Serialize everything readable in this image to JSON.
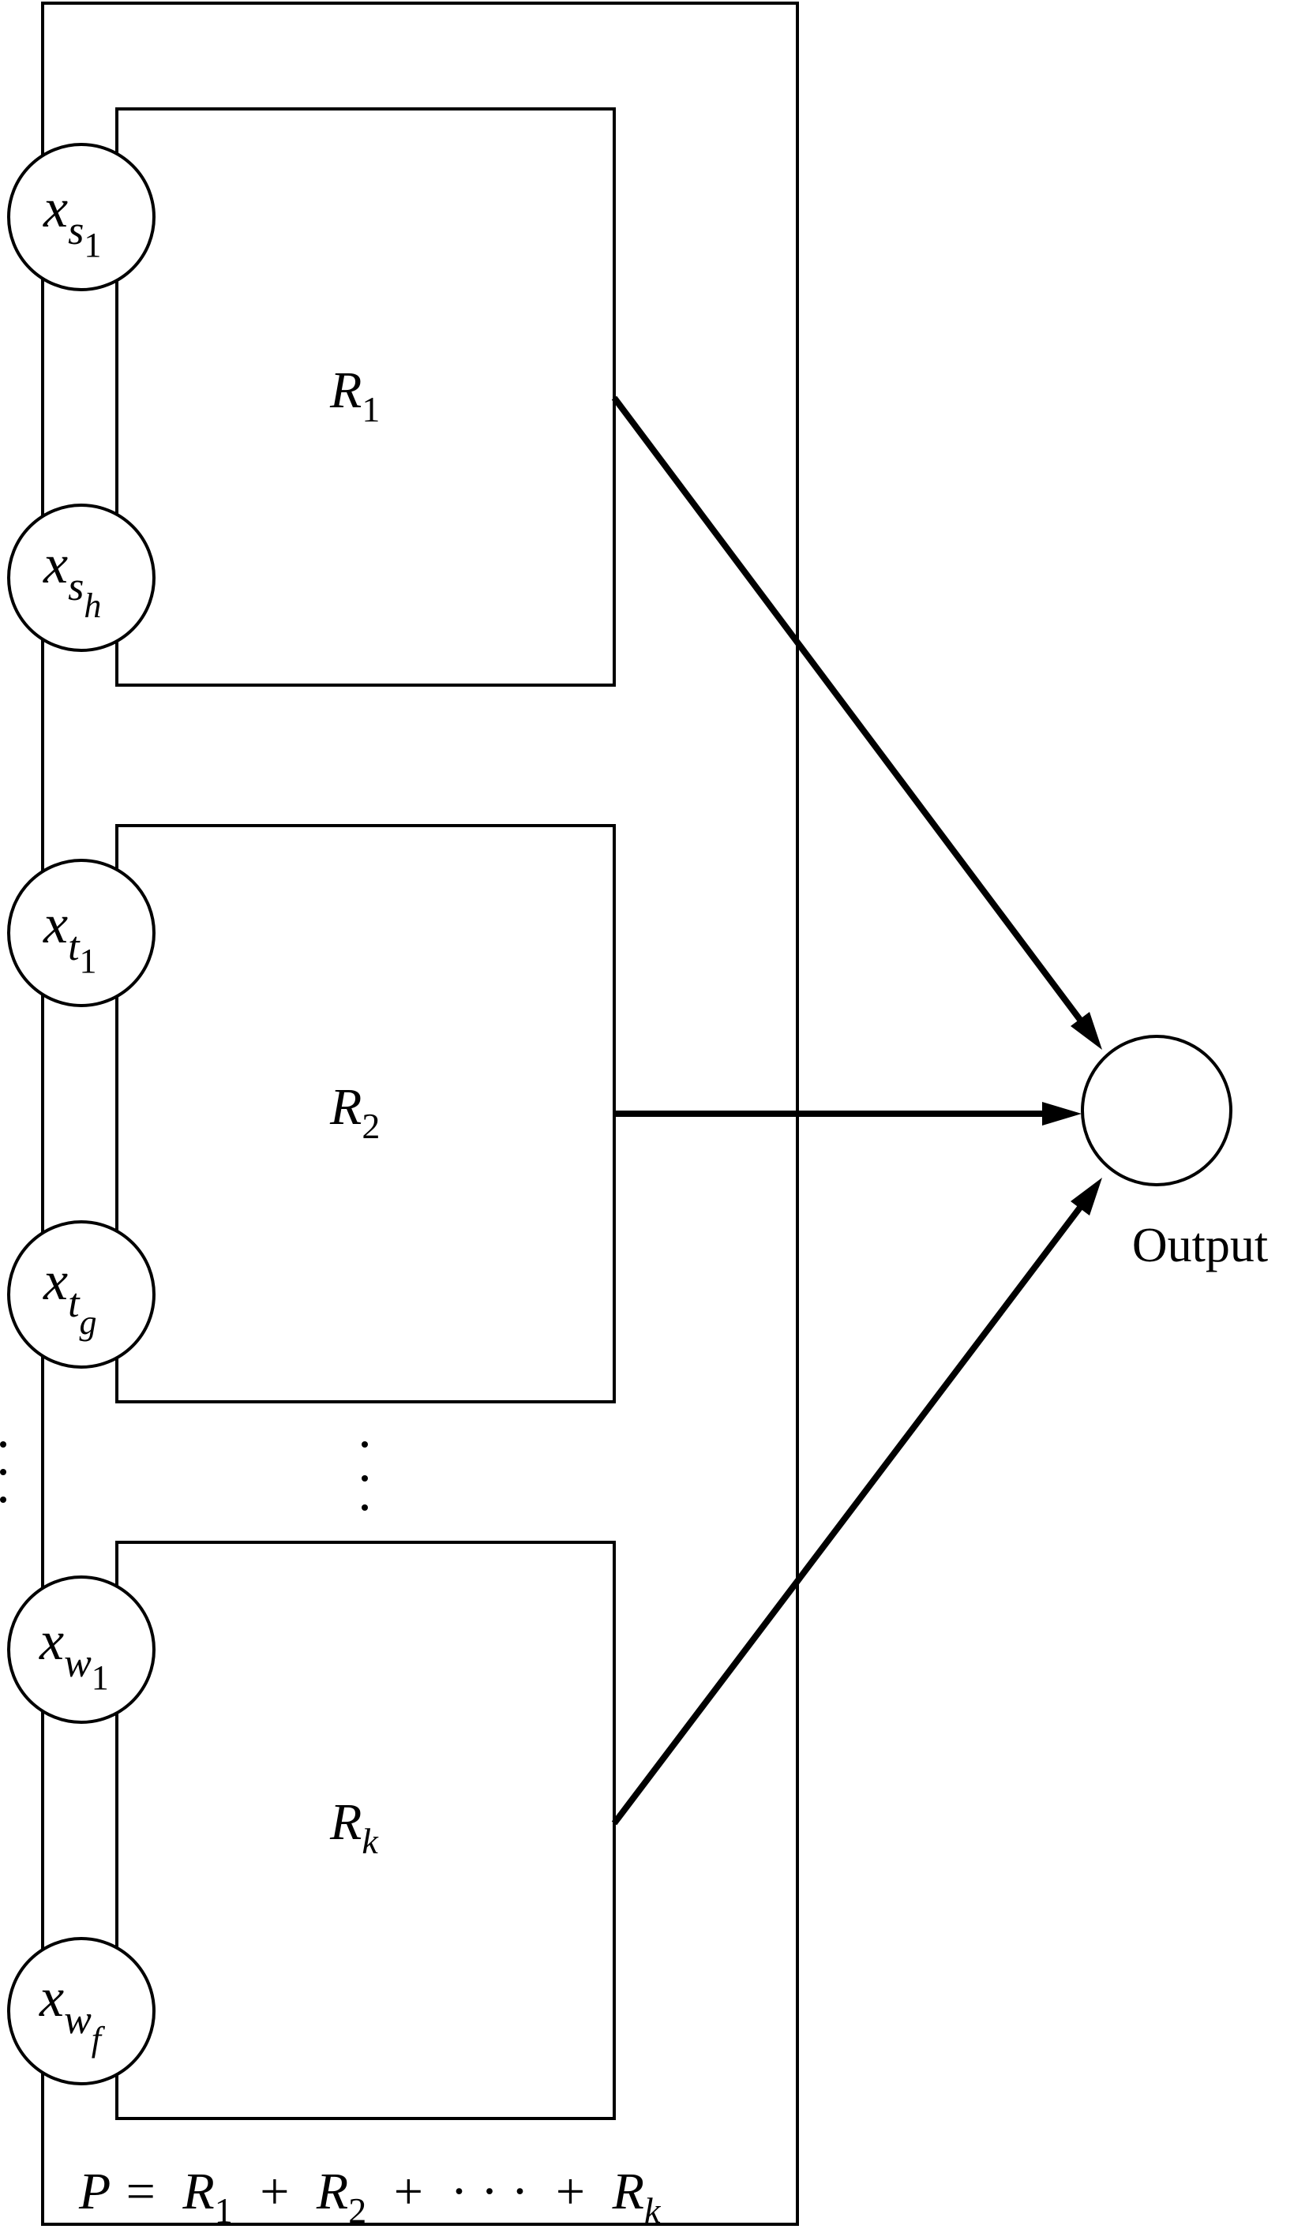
{
  "inputs": [
    {
      "base": "x",
      "sub": "s",
      "subsub": "1"
    },
    {
      "base": "x",
      "sub": "s",
      "subsub": "h"
    },
    {
      "base": "x",
      "sub": "t",
      "subsub": "1"
    },
    {
      "base": "x",
      "sub": "t",
      "subsub": "g"
    },
    {
      "base": "x",
      "sub": "w",
      "subsub": "1"
    },
    {
      "base": "x",
      "sub": "w",
      "subsub": "f"
    }
  ],
  "rules": [
    {
      "base": "R",
      "sub": "1"
    },
    {
      "base": "R",
      "sub": "2"
    },
    {
      "base": "R",
      "sub": "k"
    }
  ],
  "output_label": "Output",
  "formula": {
    "lhs": "P",
    "eq": "=",
    "terms": [
      {
        "base": "R",
        "sub": "1"
      },
      {
        "base": "R",
        "sub": "2"
      },
      {
        "base": "R",
        "sub": "k"
      }
    ],
    "plus": "+",
    "ellipsis": "· · ·"
  }
}
